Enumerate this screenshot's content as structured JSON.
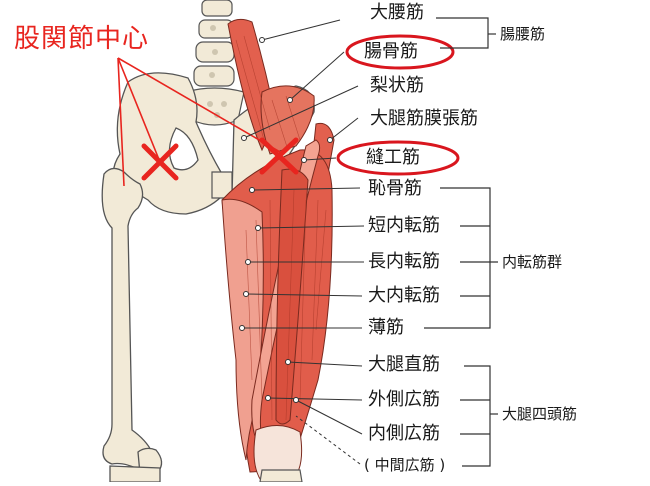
{
  "title": "股関節中心",
  "labels": {
    "top_cut": "大腰筋",
    "iliacus": "腸骨筋",
    "piriformis": "梨状筋",
    "tfl": "大腿筋膜張筋",
    "sartorius": "縫工筋",
    "pectineus": "恥骨筋",
    "adductor_brevis": "短内転筋",
    "adductor_longus": "長内転筋",
    "adductor_magnus": "大内転筋",
    "gracilis": "薄筋",
    "rectus_femoris": "大腿直筋",
    "vastus_lateralis": "外側広筋",
    "vastus_medialis": "内側広筋",
    "vastus_intermedius": "( 中間広筋 )"
  },
  "groups": {
    "iliopsoas": "腸腰筋",
    "adductors": "内転筋群",
    "quadriceps": "大腿四頭筋"
  },
  "colors": {
    "title": "#e8251f",
    "mark": "#e8251f",
    "highlight": "#d9161e",
    "bone": "#f2ead7",
    "bone_outline": "#555555",
    "muscle": "#e2604e",
    "muscle_light": "#f3a392"
  }
}
